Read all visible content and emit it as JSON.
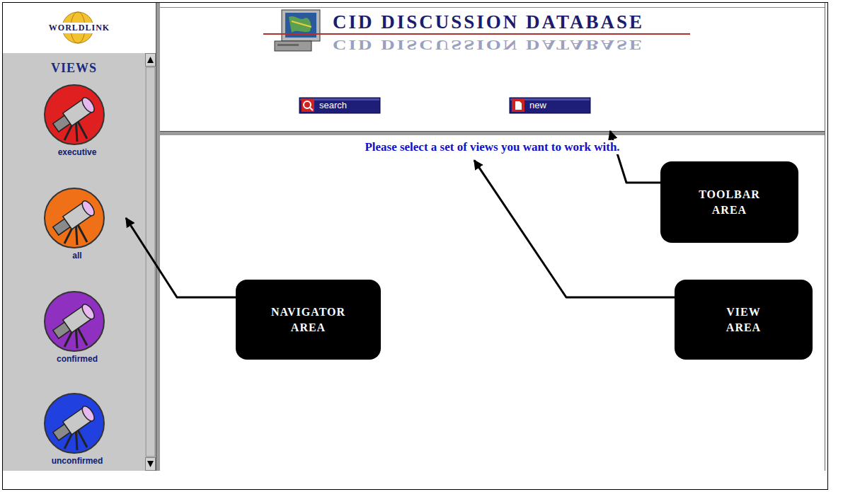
{
  "diagram": {
    "nodes": [
      {
        "text": [
          "WORLDLINK"
        ]
      },
      {
        "text": [
          "VIEWS"
        ]
      },
      {
        "text": [
          "executive"
        ],
        "in": 1
      },
      {
        "text": [
          "all"
        ],
        "in": 1
      },
      {
        "text": [
          "confirmed"
        ],
        "in": 1
      },
      {
        "text": [
          "unconfirmed"
        ],
        "in": 1
      },
      {
        "text": [
          "CID DISCUSSION DATABASE",
          "CID DISCUSSION DATABASE"
        ]
      },
      {
        "text": [
          "search"
        ],
        "in": 6
      },
      {
        "text": [
          "new"
        ],
        "in": 6
      },
      {
        "text": [
          "Please select a set of views you want to work with."
        ]
      },
      {
        "text": [
          "TOOLBAR AREA"
        ]
      },
      {
        "text": [
          "NAVIGATOR AREA"
        ]
      },
      {
        "text": [
          "VIEW AREA"
        ]
      }
    ],
    "edges": [
      {
        "from": 10,
        "to": 6,
        "arrow": "to"
      },
      {
        "from": 11,
        "to": 3,
        "arrow": "to"
      },
      {
        "from": 12,
        "to": 9,
        "arrow": "to"
      }
    ]
  }
}
